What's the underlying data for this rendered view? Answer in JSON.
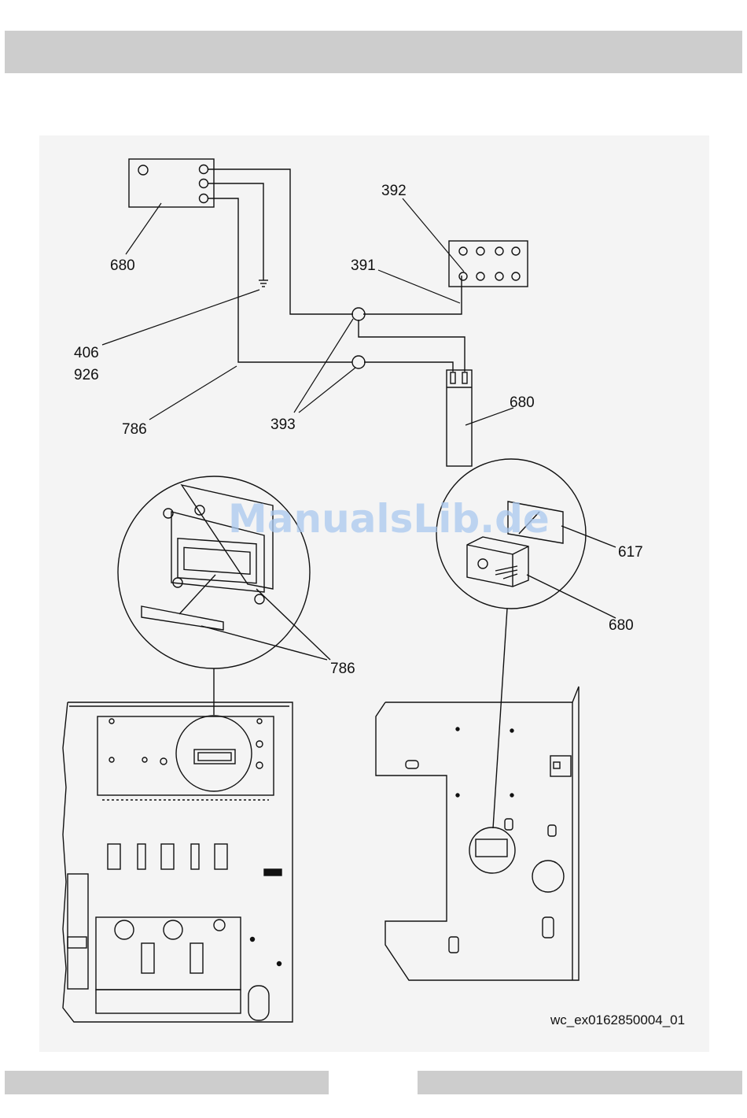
{
  "labels": {
    "relay_top": "680",
    "terminal_392": "392",
    "wire_391": "391",
    "ground_406": "406",
    "ground_926": "926",
    "wire_786_top": "786",
    "connectors_393": "393",
    "relay_right": "680",
    "cover_617": "617",
    "relay_detail": "680",
    "display_786": "786"
  },
  "watermark": "ManualsLib.de",
  "figure_code": "wc_ex0162850004_01"
}
